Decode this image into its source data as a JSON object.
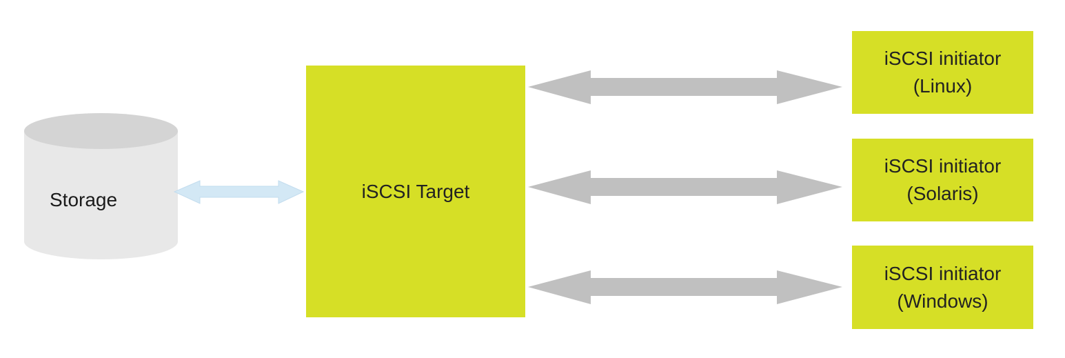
{
  "colors": {
    "box": "#d6df26",
    "storage_top": "#d4d4d4",
    "storage_body": "#e8e8e8",
    "arrow_gray": "#c0c0c0",
    "arrow_blue": "#d3e8f5"
  },
  "storage": {
    "label": "Storage"
  },
  "target": {
    "label": "iSCSI Target"
  },
  "initiators": [
    {
      "line1": "iSCSI initiator",
      "line2": "(Linux)"
    },
    {
      "line1": "iSCSI initiator",
      "line2": "(Solaris)"
    },
    {
      "line1": "iSCSI initiator",
      "line2": "(Windows)"
    }
  ]
}
